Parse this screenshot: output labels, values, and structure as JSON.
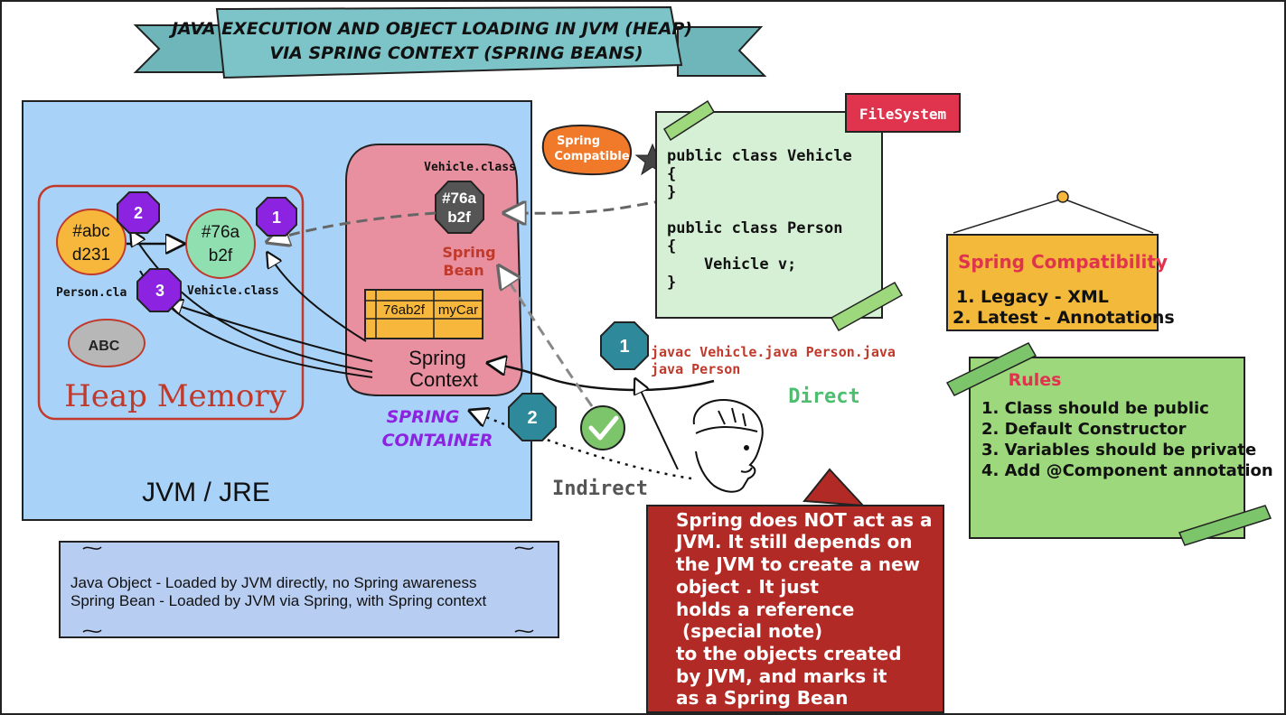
{
  "title": {
    "line1": "JAVA EXECUTION AND OBJECT LOADING IN JVM (HEAP)",
    "line2": "VIA SPRING CONTEXT (SPRING BEANS)"
  },
  "jvm": {
    "label": "JVM / JRE",
    "heap": {
      "label": "Heap Memory",
      "objects": {
        "person_obj": {
          "line1": "#abc",
          "line2": "d231"
        },
        "vehicle_obj": {
          "line1": "#76a",
          "line2": "b2f"
        },
        "abc_obj": "ABC"
      },
      "person_class_label": "Person.cla",
      "vehicle_class_label": "Vehicle.class",
      "badges": {
        "b1": "1",
        "b2": "2",
        "b3": "3"
      }
    },
    "container": {
      "label_line1": "SPRING",
      "label_line2": "CONTAINER",
      "vehicle_class_label": "Vehicle.class",
      "bean_obj": {
        "line1": "#76a",
        "line2": "b2f"
      },
      "bean_label_line1": "Spring",
      "bean_label_line2": "Bean",
      "table": {
        "col1": "76ab2f",
        "col2": "myCar"
      },
      "context_line1": "Spring",
      "context_line2": "Context"
    }
  },
  "spring_compatible_tag": {
    "line1": "Spring",
    "line2": "Compatible"
  },
  "filesystem": {
    "label": "FileSystem",
    "code": [
      "public class Vehicle",
      "{",
      "}",
      "",
      "public class Person",
      "{",
      "    Vehicle v;",
      "}"
    ]
  },
  "commands": {
    "badge": "1",
    "line1": "javac Vehicle.java Person.java",
    "line2": "java Person"
  },
  "direct_label": "Direct",
  "indirect_label": "Indirect",
  "indirect_badge": "2",
  "compat_sign": {
    "title": "Spring Compatibility",
    "items": [
      "1. Legacy - XML",
      "2. Latest - Annotations"
    ]
  },
  "rules": {
    "title": "Rules",
    "items": [
      "1. Class should be public",
      "2. Default Constructor",
      "3. Variables should be private",
      "4. Add @Component annotation"
    ]
  },
  "legend": {
    "line1": "Java Object - Loaded by JVM directly, no Spring awareness",
    "line2": "Spring Bean - Loaded by JVM via Spring, with Spring context"
  },
  "note": {
    "lines": [
      "Spring does NOT act as a",
      "JVM. It still depends on",
      "the JVM to create a new",
      "object . It just",
      "holds a reference",
      " (special note)",
      "to the objects created",
      "by JVM, and marks it",
      "as a Spring Bean"
    ]
  },
  "colors": {
    "jvm_bg": "#a8d2f8",
    "heap_border": "#c0392b",
    "container_bg": "#e8909f",
    "bean_obj": "#555555",
    "person_obj": "#f6b73c",
    "vehicle_obj": "#8fdfb0",
    "badge_purple": "#8b23e0",
    "badge_teal": "#2e8a9a",
    "filesystem_bg": "#d6f0d6",
    "filesystem_tag": "#e0334e",
    "tag_orange": "#f07a2a",
    "compat_bg": "#f2b93b",
    "rules_bg": "#9dd87d",
    "legend_bg": "#b8cdf2",
    "note_bg": "#b22a25",
    "ribbon": "#7cc4c8",
    "direct_green": "#4cbf6f",
    "command_red": "#c0392b"
  }
}
